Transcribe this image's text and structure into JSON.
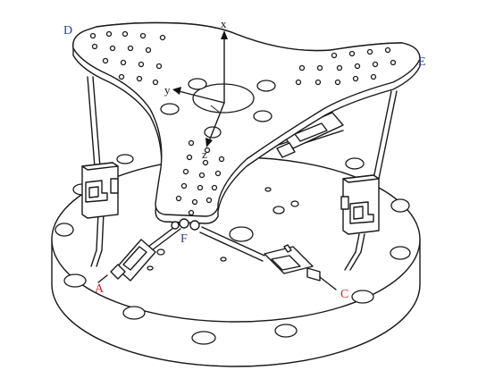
{
  "labels": {
    "D": "D",
    "E": "E",
    "F": "F",
    "A": "A",
    "C": "C"
  },
  "axes": {
    "x": "x",
    "y": "y",
    "z": "z"
  },
  "colors": {
    "label_blue": "#2b3f8f",
    "label_red": "#cc2222",
    "ink": "#1a1a1a"
  }
}
